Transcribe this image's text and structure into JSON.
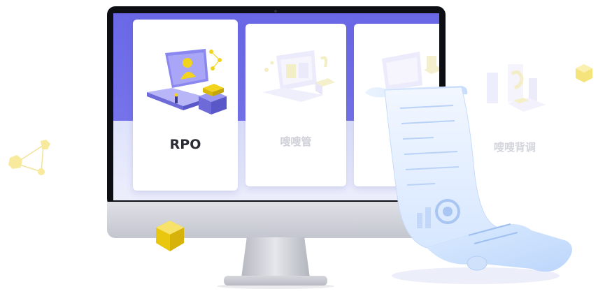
{
  "cards": [
    {
      "label": "RPO"
    },
    {
      "label": "嗖嗖管"
    },
    {
      "label": "嗖嗖背调"
    }
  ],
  "colors": {
    "screen_band": "#6a68e6",
    "screen_lower": "#e5e8fb",
    "cube_yellow": "#f2d41f",
    "active_label": "#2a2b35",
    "inactive_label": "#cfd0d8"
  }
}
